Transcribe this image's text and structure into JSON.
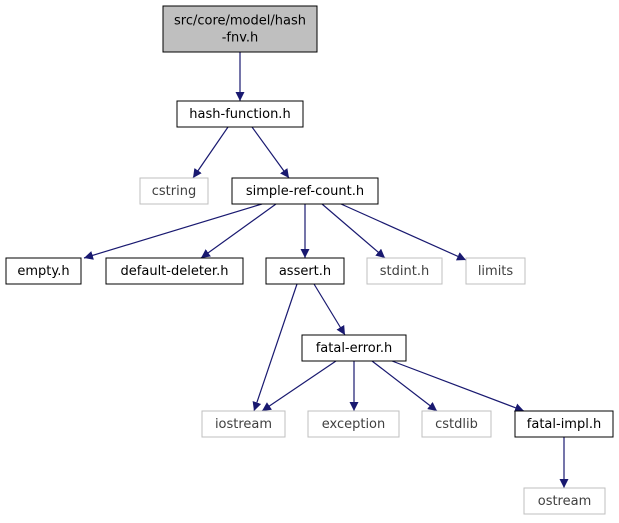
{
  "colors": {
    "edge": "#191970",
    "box_border_internal": "#000000",
    "box_border_external": "#bfbfbf",
    "root_fill": "#bfbfbf",
    "text_internal": "#000000",
    "text_external": "#404040"
  },
  "nodes": [
    {
      "id": "hash-fnv",
      "lines": [
        "src/core/model/hash",
        "-fnv.h"
      ],
      "kind": "root"
    },
    {
      "id": "hash-function",
      "lines": [
        "hash-function.h"
      ],
      "kind": "internal"
    },
    {
      "id": "cstring",
      "lines": [
        "cstring"
      ],
      "kind": "external"
    },
    {
      "id": "simple-ref-count",
      "lines": [
        "simple-ref-count.h"
      ],
      "kind": "internal"
    },
    {
      "id": "empty",
      "lines": [
        "empty.h"
      ],
      "kind": "internal"
    },
    {
      "id": "default-deleter",
      "lines": [
        "default-deleter.h"
      ],
      "kind": "internal"
    },
    {
      "id": "assert",
      "lines": [
        "assert.h"
      ],
      "kind": "internal"
    },
    {
      "id": "stdint",
      "lines": [
        "stdint.h"
      ],
      "kind": "external"
    },
    {
      "id": "limits",
      "lines": [
        "limits"
      ],
      "kind": "external"
    },
    {
      "id": "fatal-error",
      "lines": [
        "fatal-error.h"
      ],
      "kind": "internal"
    },
    {
      "id": "iostream",
      "lines": [
        "iostream"
      ],
      "kind": "external"
    },
    {
      "id": "exception",
      "lines": [
        "exception"
      ],
      "kind": "external"
    },
    {
      "id": "cstdlib",
      "lines": [
        "cstdlib"
      ],
      "kind": "external"
    },
    {
      "id": "fatal-impl",
      "lines": [
        "fatal-impl.h"
      ],
      "kind": "internal"
    },
    {
      "id": "ostream",
      "lines": [
        "ostream"
      ],
      "kind": "external"
    }
  ],
  "edges": [
    {
      "from": "hash-fnv",
      "to": "hash-function"
    },
    {
      "from": "hash-function",
      "to": "cstring"
    },
    {
      "from": "hash-function",
      "to": "simple-ref-count"
    },
    {
      "from": "simple-ref-count",
      "to": "empty"
    },
    {
      "from": "simple-ref-count",
      "to": "default-deleter"
    },
    {
      "from": "simple-ref-count",
      "to": "assert"
    },
    {
      "from": "simple-ref-count",
      "to": "stdint"
    },
    {
      "from": "simple-ref-count",
      "to": "limits"
    },
    {
      "from": "assert",
      "to": "fatal-error"
    },
    {
      "from": "assert",
      "to": "iostream"
    },
    {
      "from": "fatal-error",
      "to": "iostream"
    },
    {
      "from": "fatal-error",
      "to": "exception"
    },
    {
      "from": "fatal-error",
      "to": "cstdlib"
    },
    {
      "from": "fatal-error",
      "to": "fatal-impl"
    },
    {
      "from": "fatal-impl",
      "to": "ostream"
    }
  ]
}
